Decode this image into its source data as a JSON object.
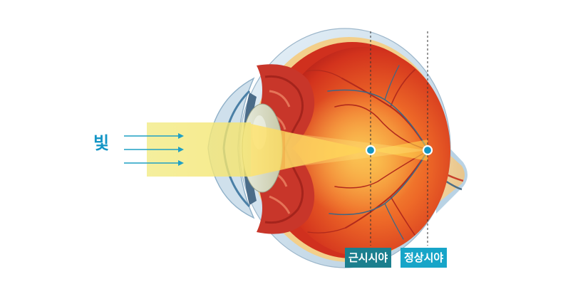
{
  "labels": {
    "light": "빛",
    "myopia_focus": "근시시야",
    "normal_focus": "정상시야"
  },
  "colors": {
    "accent": "#1596c6",
    "myopia_tag": "#1b7f8e",
    "normal_tag": "#17a5c8",
    "light_beam": "#f5e96a",
    "eyeball": "#d83a22"
  }
}
